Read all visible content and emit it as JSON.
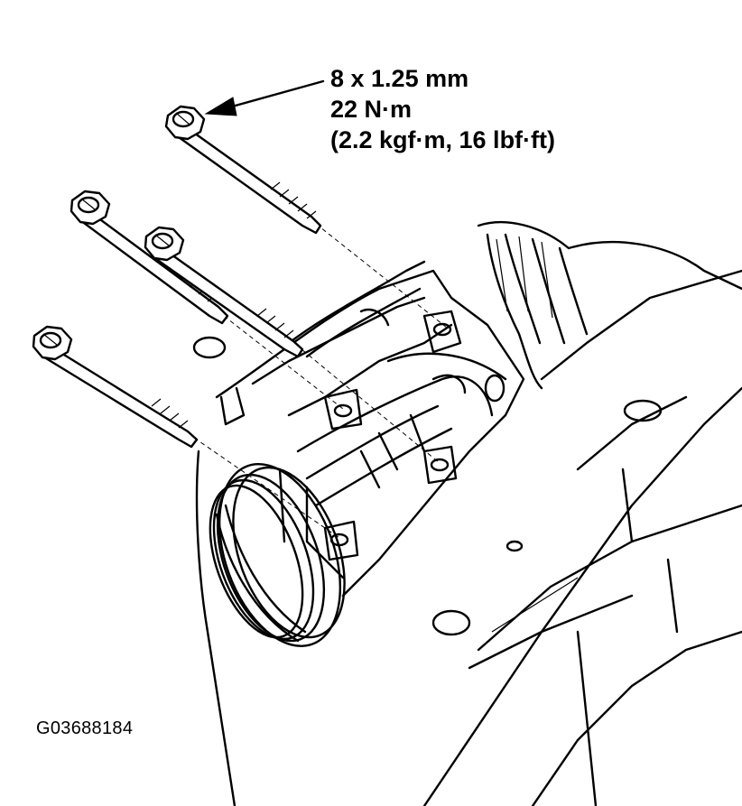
{
  "callout": {
    "thread_spec": "8 x 1.25 mm",
    "torque_metric": "22 N·m",
    "torque_alt": "(2.2 kgf·m, 16 lbf·ft)"
  },
  "figure_id": "G03688184"
}
